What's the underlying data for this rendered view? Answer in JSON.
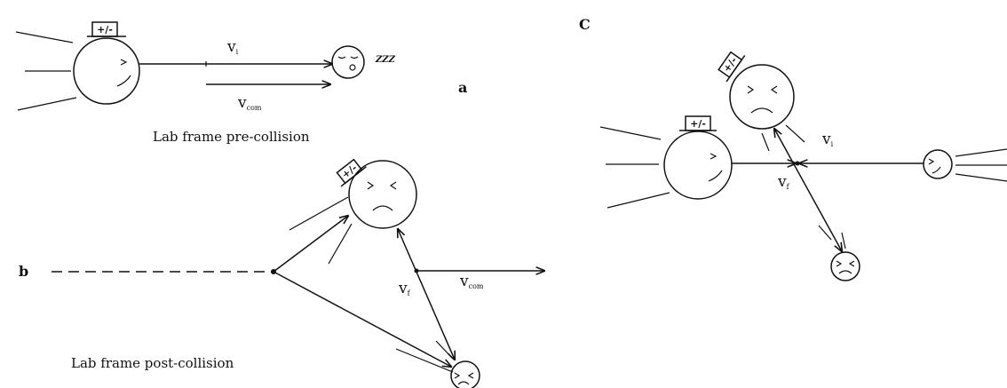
{
  "panel_a": {
    "letter": "a",
    "caption": "Lab frame pre-collision",
    "hat_label": "+/-",
    "vi_label": "v",
    "vi_sub": "i",
    "vcom_label": "v",
    "vcom_sub": "com",
    "zzz": "ZZZ"
  },
  "panel_b": {
    "letter": "b",
    "caption": "Lab frame post-collision",
    "hat_label": "+/-",
    "vf_label": "v",
    "vf_sub": "f",
    "vcom_label": "v",
    "vcom_sub": "com"
  },
  "panel_c": {
    "letter": "C",
    "hat_top_label": "+/-",
    "hat_left_label": "+/-",
    "vi_label": "v",
    "vi_sub": "i",
    "vf_label": "v",
    "vf_sub": "f"
  }
}
